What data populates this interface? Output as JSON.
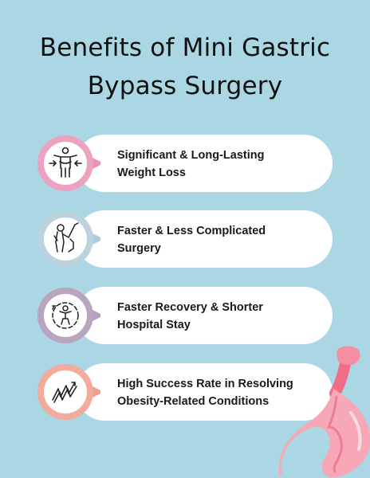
{
  "title": {
    "line1": "Benefits of Mini Gastric",
    "line2": "Bypass Surgery"
  },
  "items": [
    {
      "line1": "Significant & Long-Lasting",
      "line2": "Weight Loss",
      "icon": "weight-loss-icon",
      "ring_color": "#eca3c2",
      "tab_color": "#ec8fb6"
    },
    {
      "line1": "Faster & Less Complicated",
      "line2": "Surgery",
      "icon": "surgeon-icon",
      "ring_color": "#bcd2df",
      "tab_color": "#a9cddd"
    },
    {
      "line1": "Faster Recovery & Shorter",
      "line2": "Hospital Stay",
      "icon": "recovery-icon",
      "ring_color": "#b8a5c0",
      "tab_color": "#b6a0c0"
    },
    {
      "line1": "High Success Rate in Resolving",
      "line2": "Obesity-Related Conditions",
      "icon": "upward-trend-icon",
      "ring_color": "#f3ab9c",
      "tab_color": "#f19b89"
    }
  ]
}
